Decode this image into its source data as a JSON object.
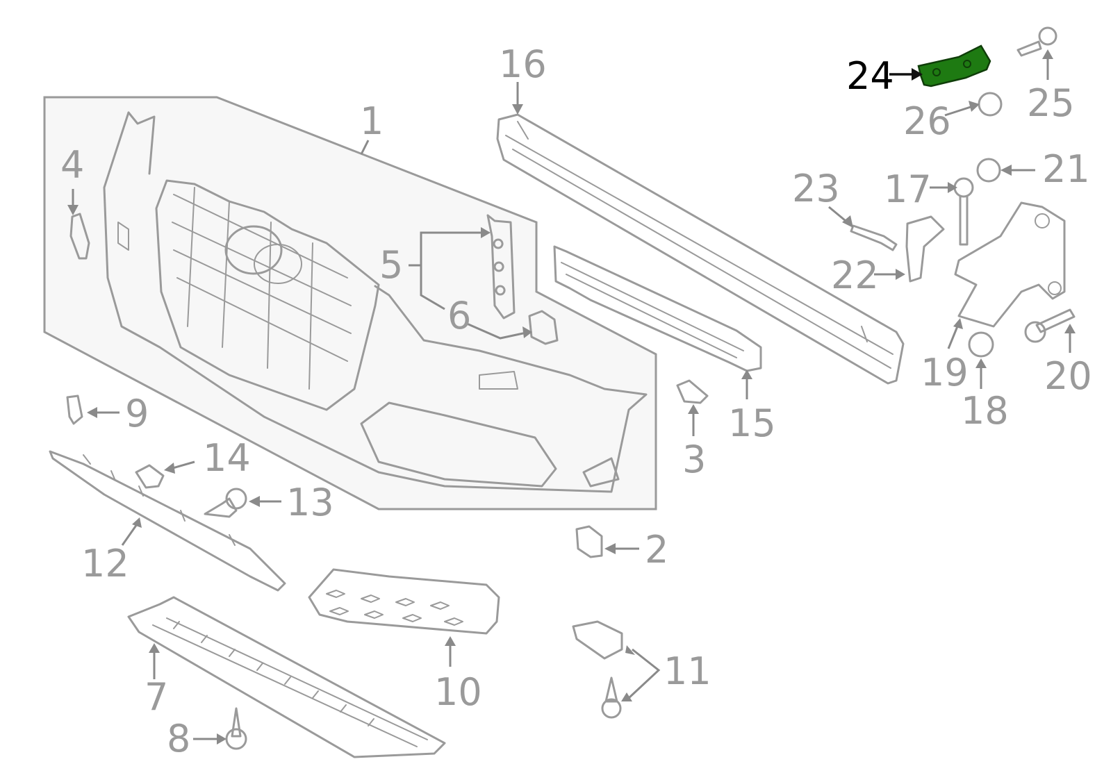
{
  "diagram": {
    "highlight_color": "#1e7a12",
    "line_color": "#9a9a9a",
    "highlighted_part": "24",
    "callouts": [
      {
        "id": "c1",
        "label": "1"
      },
      {
        "id": "c2",
        "label": "2"
      },
      {
        "id": "c3",
        "label": "3"
      },
      {
        "id": "c4",
        "label": "4"
      },
      {
        "id": "c5",
        "label": "5"
      },
      {
        "id": "c6",
        "label": "6"
      },
      {
        "id": "c7",
        "label": "7"
      },
      {
        "id": "c8",
        "label": "8"
      },
      {
        "id": "c9",
        "label": "9"
      },
      {
        "id": "c10",
        "label": "10"
      },
      {
        "id": "c11",
        "label": "11"
      },
      {
        "id": "c12",
        "label": "12"
      },
      {
        "id": "c13",
        "label": "13"
      },
      {
        "id": "c14",
        "label": "14"
      },
      {
        "id": "c15",
        "label": "15"
      },
      {
        "id": "c16",
        "label": "16"
      },
      {
        "id": "c17",
        "label": "17"
      },
      {
        "id": "c18",
        "label": "18"
      },
      {
        "id": "c19",
        "label": "19"
      },
      {
        "id": "c20",
        "label": "20"
      },
      {
        "id": "c21",
        "label": "21"
      },
      {
        "id": "c22",
        "label": "22"
      },
      {
        "id": "c23",
        "label": "23"
      },
      {
        "id": "c24",
        "label": "24"
      },
      {
        "id": "c25",
        "label": "25"
      },
      {
        "id": "c26",
        "label": "26"
      }
    ]
  }
}
